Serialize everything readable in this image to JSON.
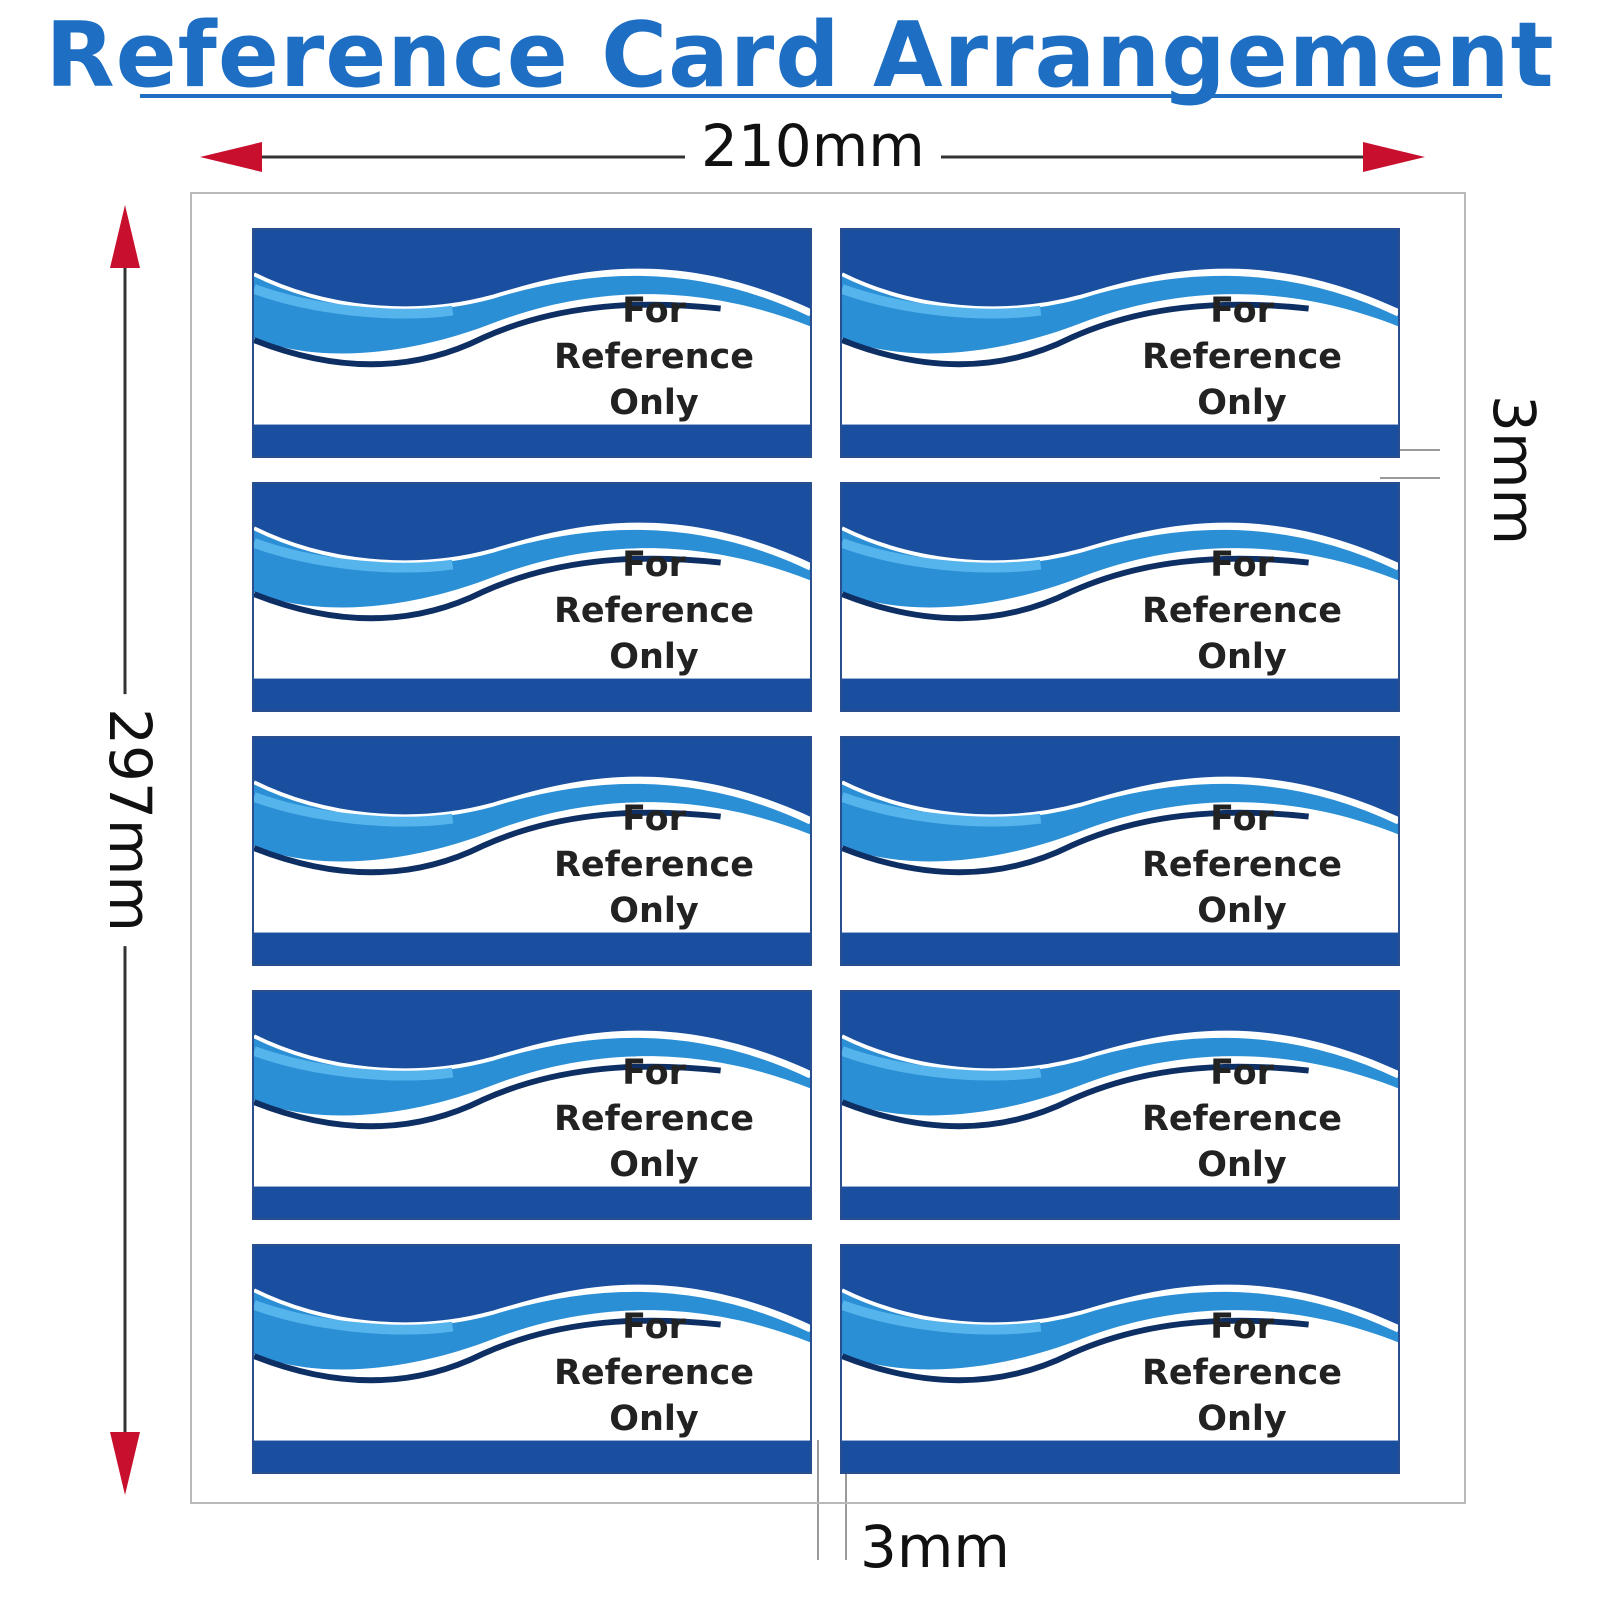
{
  "title": "Reference Card Arrangement",
  "dimensions": {
    "width_label": "210mm",
    "height_label": "297mm",
    "gap_vertical_label": "3mm",
    "gap_horizontal_label": "3mm"
  },
  "colors": {
    "title": "#1e6fc4",
    "arrow": "#c8102e",
    "card_dark_blue": "#1a4fa0",
    "card_mid_blue": "#2b8fd6",
    "card_light_blue": "#56b4ec"
  },
  "layout": {
    "columns": 2,
    "rows": 5
  },
  "cards": [
    {
      "lines": [
        "For",
        "Reference",
        "Only"
      ]
    },
    {
      "lines": [
        "For",
        "Reference",
        "Only"
      ]
    },
    {
      "lines": [
        "For",
        "Reference",
        "Only"
      ]
    },
    {
      "lines": [
        "For",
        "Reference",
        "Only"
      ]
    },
    {
      "lines": [
        "For",
        "Reference",
        "Only"
      ]
    },
    {
      "lines": [
        "For",
        "Reference",
        "Only"
      ]
    },
    {
      "lines": [
        "For",
        "Reference",
        "Only"
      ]
    },
    {
      "lines": [
        "For",
        "Reference",
        "Only"
      ]
    },
    {
      "lines": [
        "For",
        "Reference",
        "Only"
      ]
    },
    {
      "lines": [
        "For",
        "Reference",
        "Only"
      ]
    }
  ]
}
